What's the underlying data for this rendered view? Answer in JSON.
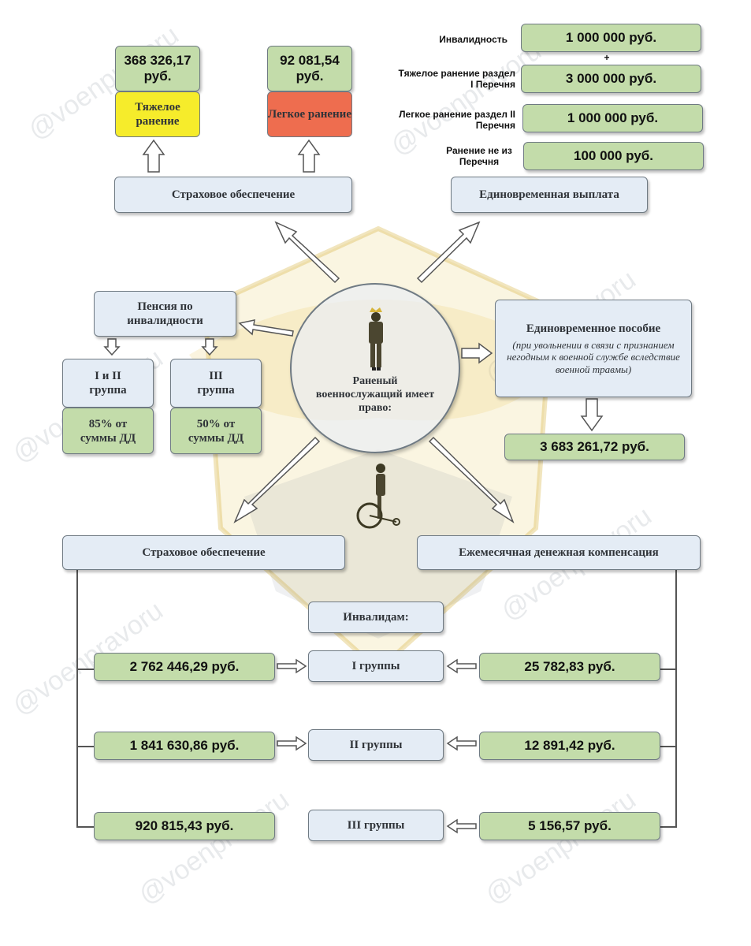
{
  "top_left": {
    "heavy_amount": "368 326,17 руб.",
    "light_amount": "92 081,54 руб.",
    "heavy_label": "Тяжелое ранение",
    "light_label": "Легкое ранение",
    "insurance_title": "Страховое обеспечение"
  },
  "top_right": {
    "rows": [
      {
        "label": "Инвалидность",
        "amount": "1 000 000 руб."
      },
      {
        "label": "Тяжелое ранение раздел I Перечня",
        "amount": "3 000 000 руб."
      },
      {
        "label": "Легкое ранение раздел II Перечня",
        "amount": "1 000 000 руб."
      },
      {
        "label": "Ранение не из Перечня",
        "amount": "100 000 руб."
      }
    ],
    "plus": "+",
    "title": "Единовременная выплата"
  },
  "center": {
    "text": "Раненый военнослужащий имеет право:"
  },
  "pension": {
    "title": "Пенсия по инвалидности",
    "group12": "I и II группа",
    "group3": "III группа",
    "pct12": "85% от суммы ДД",
    "pct3": "50% от суммы ДД"
  },
  "allowance": {
    "title": "Единовременное пособие",
    "subtitle": "(при увольнении в связи с признанием негодным к военной службе вследствие военной травмы)",
    "amount": "3 683 261,72 руб."
  },
  "bottom": {
    "insurance_title": "Страховое обеспечение",
    "compensation_title": "Ежемесячная денежная компенсация",
    "disabled_header": "Инвалидам:",
    "groups": [
      {
        "name": "I группы",
        "insurance": "2 762 446,29 руб.",
        "compensation": "25 782,83 руб."
      },
      {
        "name": "II группы",
        "insurance": "1 841 630,86 руб.",
        "compensation": "12 891,42 руб."
      },
      {
        "name": "III группы",
        "insurance": "920 815,43 руб.",
        "compensation": "5 156,57 руб."
      }
    ]
  },
  "watermark": "@voenpravoru"
}
